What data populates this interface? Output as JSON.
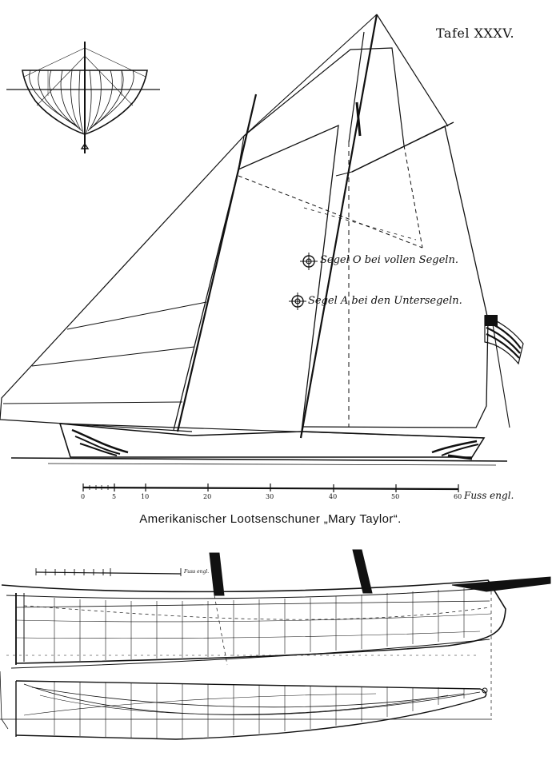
{
  "plate": {
    "label": "Tafel XXXV."
  },
  "caption": "Amerikanischer Lootsenschuner „Mary Taylor“.",
  "sail_plan": {
    "note_full_sail": "Segel O bei vollen Segeln.",
    "note_lower_sail": "Segel A bei den Untersegeln."
  },
  "scale_main": {
    "ticks": [
      "0",
      "5",
      "10",
      "20",
      "30",
      "40",
      "50",
      "60"
    ],
    "unit": "Fuss engl."
  },
  "scale_small": {
    "unit": "Fuss engl."
  },
  "style": {
    "ink": "#111111",
    "paper": "#ffffff"
  }
}
